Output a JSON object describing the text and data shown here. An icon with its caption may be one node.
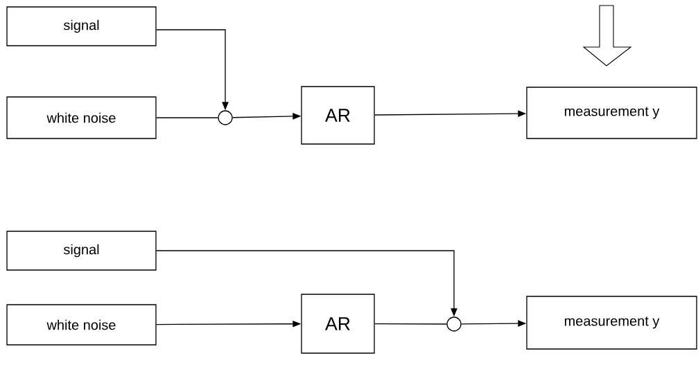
{
  "diagram": {
    "nodes": [
      {
        "text": [
          "signal"
        ]
      },
      {
        "text": [
          "white noise"
        ]
      },
      {
        "text": [],
        "shape": "circle"
      },
      {
        "text": [
          "AR"
        ]
      },
      {
        "text": [
          "measurement y"
        ]
      },
      {
        "text": [
          "signal"
        ]
      },
      {
        "text": [
          "white noise"
        ]
      },
      {
        "text": [
          "AR"
        ]
      },
      {
        "text": [],
        "shape": "circle"
      },
      {
        "text": [
          "measurement y"
        ]
      }
    ],
    "edges": [
      {
        "from": 0,
        "to": 2,
        "arrow": "to"
      },
      {
        "from": 1,
        "to": 2,
        "arrow": "none"
      },
      {
        "from": 2,
        "to": 3,
        "arrow": "to"
      },
      {
        "from": 3,
        "to": 4,
        "arrow": "to"
      },
      {
        "from": 5,
        "to": 8,
        "arrow": "to"
      },
      {
        "from": 6,
        "to": 7,
        "arrow": "to"
      },
      {
        "from": 7,
        "to": 8,
        "arrow": "none"
      },
      {
        "from": 8,
        "to": 9,
        "arrow": "to"
      }
    ]
  }
}
